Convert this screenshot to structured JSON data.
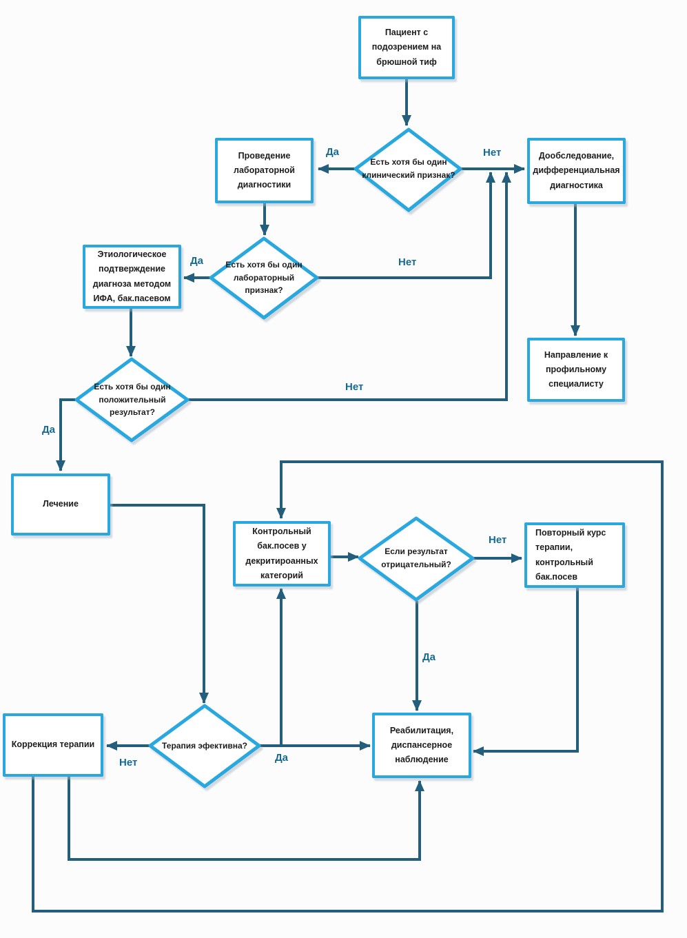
{
  "colors": {
    "connector": "#235e7d",
    "node_border": "#29a8e0",
    "edge_label": "#156a92",
    "node_text": "#1c1c1c",
    "page_bg": "#fcfcfc"
  },
  "nodes": {
    "patient": "Пациент с подозрением на  брюшной тиф",
    "lab_diagnostics": "Проведение лабораторной диагностики",
    "reexamination": "Дообследование, дифференциальная диагностика",
    "etiological": "Этиологическое подтверждение диагноза методом ИФА, бак.пасевом",
    "referral": "Направление к профильному специалисту",
    "treatment": "Лечение",
    "control_culture": "Контрольный бак.посев у декритироанных категорий",
    "repeat_course": "Повторный курс терапии, контрольный бак.посев",
    "rehabilitation": "Реабилитация, диспансерное наблюдение",
    "correction": "Коррекция терапии"
  },
  "decisions": {
    "clinical_sign": "Есть хотя бы один клинический признак?",
    "lab_sign": "Есть хотя бы один лабораторный признак?",
    "positive_result": "Есть хотя бы один положительный результат?",
    "negative_result": "Если результат отрицательный?",
    "therapy_effective": "Терапия эфективна?"
  },
  "edge_labels": {
    "clinical_yes": "Да",
    "clinical_no": "Нет",
    "lab_yes": "Да",
    "lab_no": "Нет",
    "positive_yes": "Да",
    "positive_no": "Нет",
    "negative_no": "Нет",
    "negative_yes": "Да",
    "effective_yes": "Да",
    "effective_no": "Нет"
  }
}
